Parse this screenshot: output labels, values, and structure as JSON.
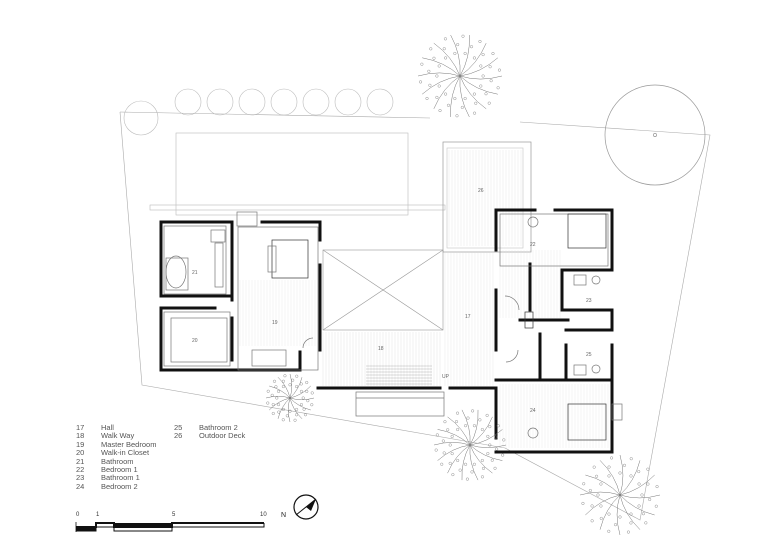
{
  "legend": [
    {
      "num": "17",
      "label": "Hall"
    },
    {
      "num": "18",
      "label": "Walk Way"
    },
    {
      "num": "19",
      "label": "Master Bedroom"
    },
    {
      "num": "20",
      "label": "Walk-in Closet"
    },
    {
      "num": "21",
      "label": "Bathroom"
    },
    {
      "num": "22",
      "label": "Bedroom 1"
    },
    {
      "num": "23",
      "label": "Bathroom 1"
    },
    {
      "num": "24",
      "label": "Bedroom 2"
    },
    {
      "num": "25",
      "label": "Bathroom 2"
    },
    {
      "num": "26",
      "label": "Outdoor Deck"
    }
  ],
  "room_labels": {
    "hall": "17",
    "walkway": "18",
    "master_bedroom": "19",
    "closet": "20",
    "bathroom": "21",
    "bedroom1": "22",
    "bathroom1": "23",
    "bedroom2": "24",
    "bathroom2": "25",
    "deck": "26"
  },
  "stair_label": "UP",
  "north_label": "N",
  "scale": {
    "ticks": [
      "0",
      "1",
      "5",
      "10"
    ]
  },
  "colors": {
    "wall": "#111111",
    "line": "#9a9a9a",
    "tree": "#555555"
  }
}
